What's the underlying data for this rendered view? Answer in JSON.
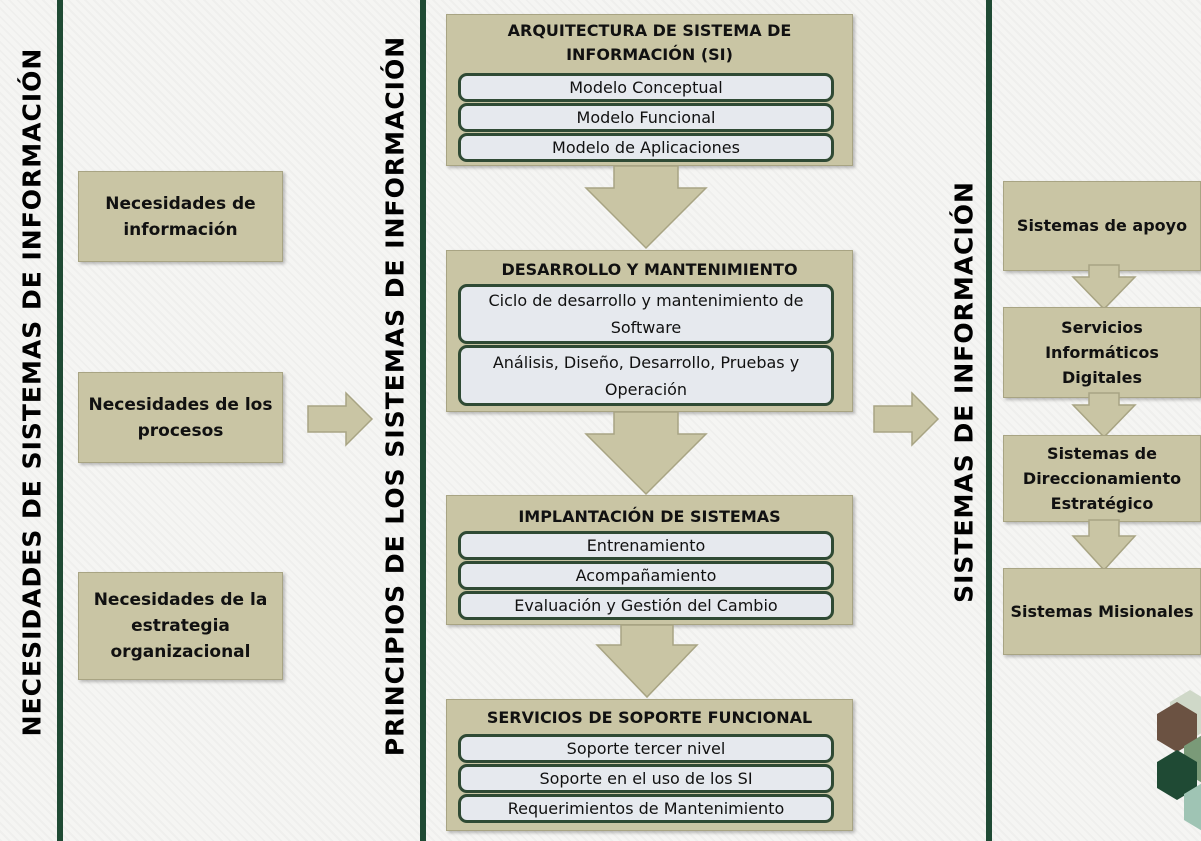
{
  "headers": {
    "left": "NECESIDADES DE SISTEMAS DE INFORMACIÓN",
    "middle": "PRINCIPIOS DE LOS SISTEMAS DE INFORMACIÓN",
    "right": "SISTEMAS DE INFORMACIÓN"
  },
  "needs": [
    {
      "label": "Necesidades de información"
    },
    {
      "label": "Necesidades de los procesos"
    },
    {
      "label": "Necesidades de la estrategia organizacional"
    }
  ],
  "panels": [
    {
      "title": "ARQUITECTURA DE SISTEMA DE INFORMACIÓN (SI)",
      "items": [
        "Modelo Conceptual",
        "Modelo Funcional",
        "Modelo de Aplicaciones"
      ]
    },
    {
      "title": "DESARROLLO Y MANTENIMIENTO",
      "items": [
        "Ciclo de desarrollo y mantenimiento de Software",
        "Análisis, Diseño, Desarrollo, Pruebas y Operación"
      ]
    },
    {
      "title": "IMPLANTACIÓN DE SISTEMAS",
      "items": [
        "Entrenamiento",
        "Acompañamiento",
        "Evaluación y Gestión del Cambio"
      ]
    },
    {
      "title": "SERVICIOS DE SOPORTE FUNCIONAL",
      "items": [
        "Soporte tercer nivel",
        "Soporte en el uso de los SI",
        "Requerimientos de Mantenimiento"
      ]
    }
  ],
  "systems": [
    {
      "label": "Sistemas de apoyo"
    },
    {
      "label": "Servicios Informáticos Digitales"
    },
    {
      "label": "Sistemas de Direccionamiento Estratégico"
    },
    {
      "label": "Sistemas Misionales"
    }
  ],
  "colors": {
    "divider": "#1f4a34",
    "box_fill": "#c9c5a4",
    "item_fill": "#e6e9ee",
    "item_border": "#2f4a34",
    "hex_brown": "#6b5242",
    "hex_dark_green": "#1f4a34",
    "hex_sage": "#7a9a78",
    "hex_light": "#cfd8c8",
    "hex_mint": "#9fc4b4"
  }
}
